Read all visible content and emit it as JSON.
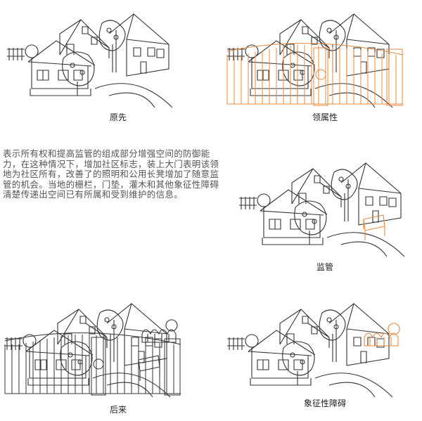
{
  "captions": {
    "original": "原先",
    "territoriality": "领属性",
    "surveillance": "监管",
    "after": "后来",
    "symbolic_barriers": "象征性障碍"
  },
  "description": "表示所有权和提高监管的组成部分增强空间的防御能力，在这种情况下，增加社区标志，装上大门表明该领地为社区所有，改善了的照明和公用长凳增加了随意监管的机会。当地的栅栏，门垫，灌木和其他象征性障碍清楚传递出空间已有所属和受到维护的信息。",
  "colors": {
    "line": "#333333",
    "highlight": "#e8893a"
  }
}
